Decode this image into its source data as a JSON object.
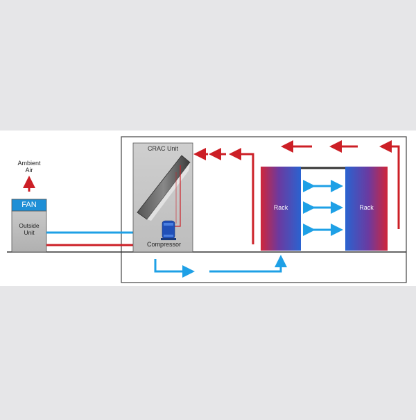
{
  "labels": {
    "ambient_air": "Ambient\nAir",
    "fan": "FAN",
    "outside_unit": "Outside\nUnit",
    "crac_unit": "CRAC Unit",
    "compressor": "Compressor",
    "rack_left": "Rack",
    "rack_right": "Rack"
  },
  "colors": {
    "hot_air": "#cc1f26",
    "cold_air": "#1ea0e6",
    "fan_blue": "#1e8fd6",
    "rack_red": "#c8233a",
    "rack_blue": "#2f5cc8",
    "cold_aisle": "#3fb0f0"
  },
  "icons": {
    "up_arrow": "arrow-up-icon",
    "flow_arrow": "arrow-left-icon",
    "compressor": "compressor-icon"
  }
}
